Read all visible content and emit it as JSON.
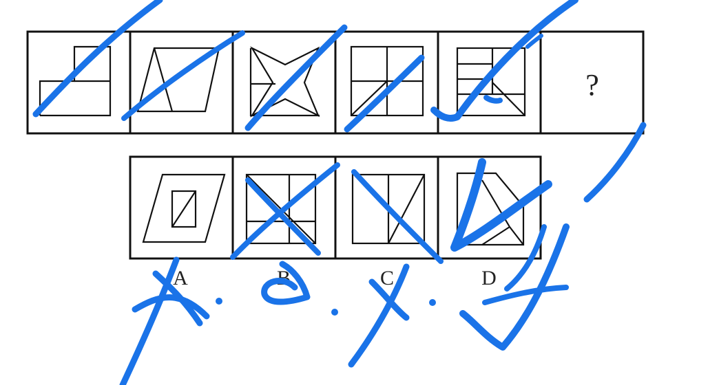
{
  "puzzle": {
    "question_mark": "?",
    "options": [
      {
        "label": "A"
      },
      {
        "label": "B"
      },
      {
        "label": "C"
      },
      {
        "label": "D"
      }
    ]
  },
  "colors": {
    "annotation_ink": "#1a73e8",
    "line": "#111111",
    "background": "#ffffff"
  },
  "icons": [
    "checkmark-icon",
    "cross-icon",
    "slash-mark-icon"
  ]
}
